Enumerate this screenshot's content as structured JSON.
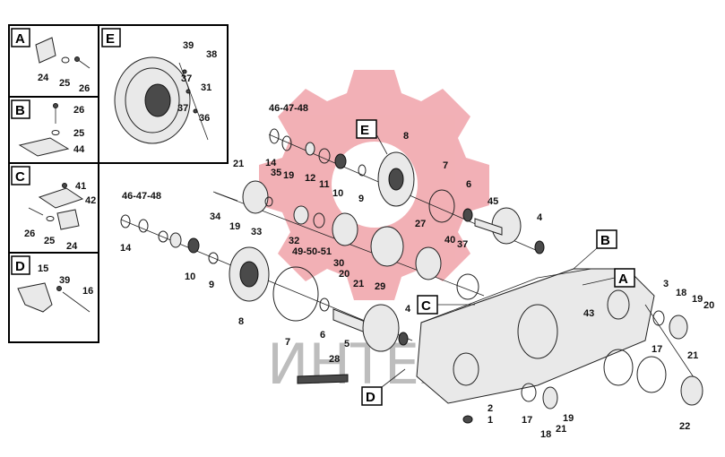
{
  "watermark_text": "ИНТЕХ",
  "sections": [
    "A",
    "B",
    "C",
    "D",
    "E"
  ],
  "panel_a": {
    "letter": "A",
    "parts": [
      "24",
      "25",
      "26"
    ]
  },
  "panel_b": {
    "letter": "B",
    "parts": [
      "26",
      "25",
      "44"
    ]
  },
  "panel_c": {
    "letter": "C",
    "parts": [
      "41",
      "42",
      "26",
      "25",
      "24"
    ]
  },
  "panel_d": {
    "letter": "D",
    "parts": [
      "15",
      "39",
      "16"
    ]
  },
  "panel_e": {
    "letter": "E",
    "parts": [
      "39",
      "38",
      "37",
      "31",
      "37",
      "36"
    ]
  },
  "main_labels": {
    "l46a": "46-47-48",
    "l46b": "46-47-48",
    "l49": "49-50-51",
    "n1": "1",
    "n2": "2",
    "n3": "3",
    "n4a": "4",
    "n4b": "4",
    "n5": "5",
    "n6a": "6",
    "n6b": "6",
    "n7a": "7",
    "n7b": "7",
    "n8a": "8",
    "n8b": "8",
    "n9a": "9",
    "n9b": "9",
    "n10a": "10",
    "n10b": "10",
    "n11": "11",
    "n12": "12",
    "n14a": "14",
    "n14b": "14",
    "n17a": "17",
    "n17b": "17",
    "n18a": "18",
    "n18b": "18",
    "n19a": "19",
    "n19b": "19",
    "n19c": "19",
    "n19d": "19",
    "n20a": "20",
    "n20b": "20",
    "n21a": "21",
    "n21b": "21",
    "n21c": "21",
    "n21d": "21",
    "n22": "22",
    "n27": "27",
    "n28": "28",
    "n29": "29",
    "n30": "30",
    "n32": "32",
    "n33": "33",
    "n34": "34",
    "n35": "35",
    "n37": "37",
    "n40": "40",
    "n43": "43",
    "n45": "45",
    "boxA": "A",
    "boxB": "B",
    "boxC": "C",
    "boxD": "D",
    "boxE": "E"
  }
}
